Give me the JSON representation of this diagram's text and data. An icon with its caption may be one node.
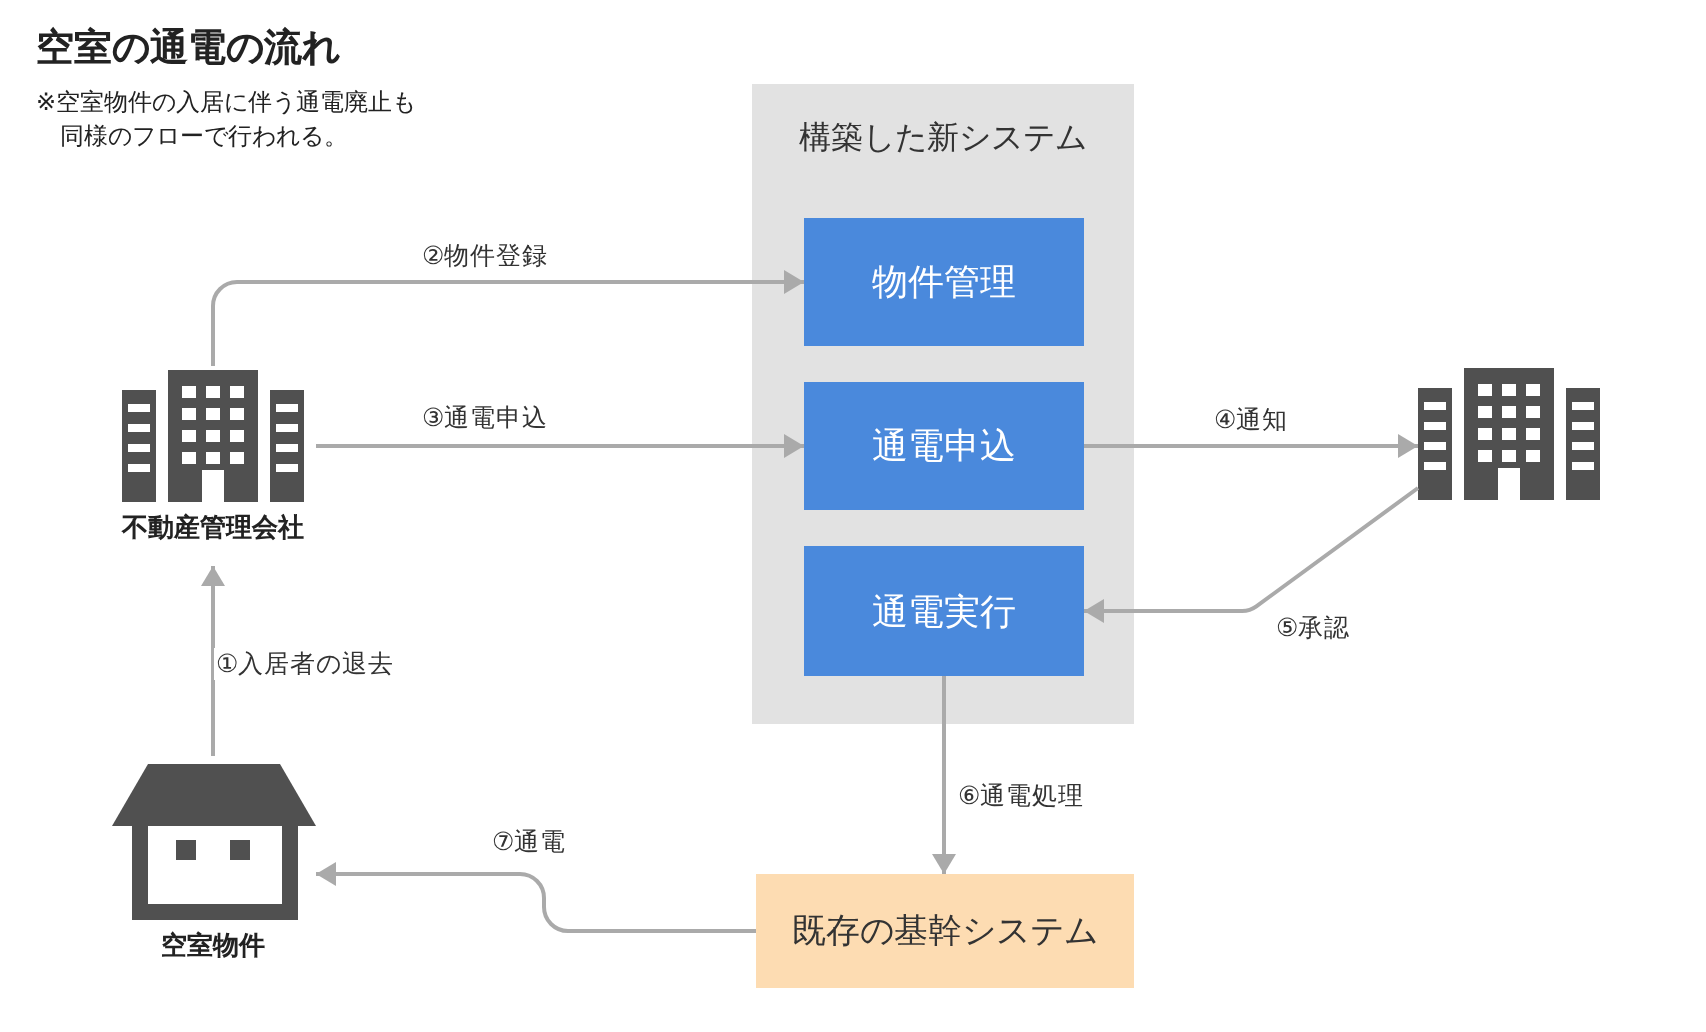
{
  "diagram": {
    "title": "空室の通電の流れ",
    "nodes": [
      {
        "text": [
          "不動産管理会社"
        ]
      },
      {
        "text": [
          "構築した新システム"
        ]
      },
      {
        "text": [
          "物件管理"
        ],
        "in": 1
      },
      {
        "text": [
          "通電申込"
        ],
        "in": 1
      },
      {
        "text": [
          "通電実行"
        ],
        "in": 1
      },
      {
        "text": [],
        "shape": "building"
      },
      {
        "text": [
          "空室物件"
        ]
      },
      {
        "text": [
          "既存の基幹システム"
        ]
      }
    ],
    "edges": [
      {
        "from": 0,
        "to": 2,
        "arrow": "to",
        "label": "②物件登録"
      },
      {
        "from": 0,
        "to": 3,
        "arrow": "to",
        "label": "③通電申込"
      },
      {
        "from": 3,
        "to": 5,
        "arrow": "to",
        "label": "④通知"
      },
      {
        "from": 5,
        "to": 4,
        "arrow": "to",
        "label": "⑤承認"
      },
      {
        "from": 4,
        "to": 7,
        "arrow": "to",
        "label": "⑥通電処理"
      },
      {
        "from": 7,
        "to": 6,
        "arrow": "to",
        "label": "⑦通電"
      },
      {
        "from": 6,
        "to": 0,
        "arrow": "to",
        "label": "①入居者の退去"
      }
    ],
    "labels": [
      "※空室物件の入居に伴う通電廃止も同様のフローで行われる。"
    ]
  }
}
